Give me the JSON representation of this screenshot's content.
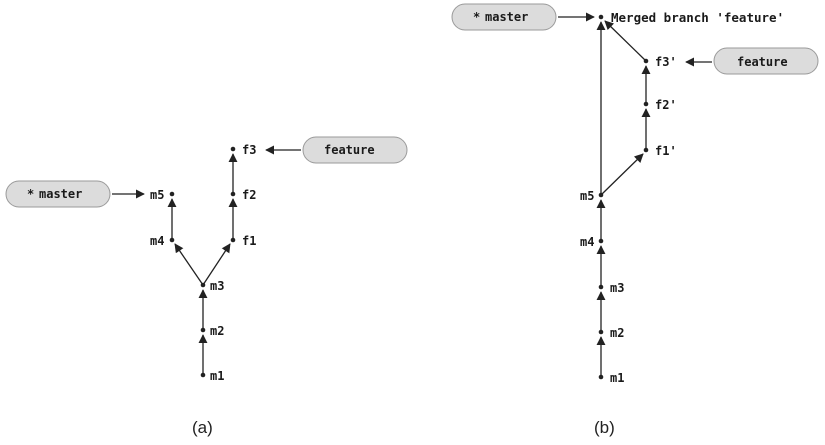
{
  "diagram_a": {
    "caption": "(a)",
    "commits": [
      "m1",
      "m2",
      "m3",
      "m4",
      "m5",
      "f1",
      "f2",
      "f3"
    ],
    "branches": {
      "master": {
        "marker": "*",
        "name": "master",
        "points_to": "m5"
      },
      "feature": {
        "name": "feature",
        "points_to": "f3"
      }
    },
    "edges": [
      [
        "m2",
        "m1"
      ],
      [
        "m3",
        "m2"
      ],
      [
        "m4",
        "m3"
      ],
      [
        "m5",
        "m4"
      ],
      [
        "f1",
        "m3"
      ],
      [
        "f2",
        "f1"
      ],
      [
        "f3",
        "f2"
      ]
    ]
  },
  "diagram_b": {
    "caption": "(b)",
    "commits": [
      "m1",
      "m2",
      "m3",
      "m4",
      "m5",
      "f1'",
      "f2'",
      "f3'"
    ],
    "merge_label": "Merged branch 'feature'",
    "branches": {
      "master": {
        "marker": "*",
        "name": "master",
        "points_to": "merge"
      },
      "feature": {
        "name": "feature",
        "points_to": "f3'"
      }
    },
    "edges": [
      [
        "m2",
        "m1"
      ],
      [
        "m3",
        "m2"
      ],
      [
        "m4",
        "m3"
      ],
      [
        "m5",
        "m4"
      ],
      [
        "f1'",
        "m5"
      ],
      [
        "f2'",
        "f1'"
      ],
      [
        "f3'",
        "f2'"
      ],
      [
        "merge",
        "m5"
      ],
      [
        "merge",
        "f3'"
      ]
    ]
  }
}
